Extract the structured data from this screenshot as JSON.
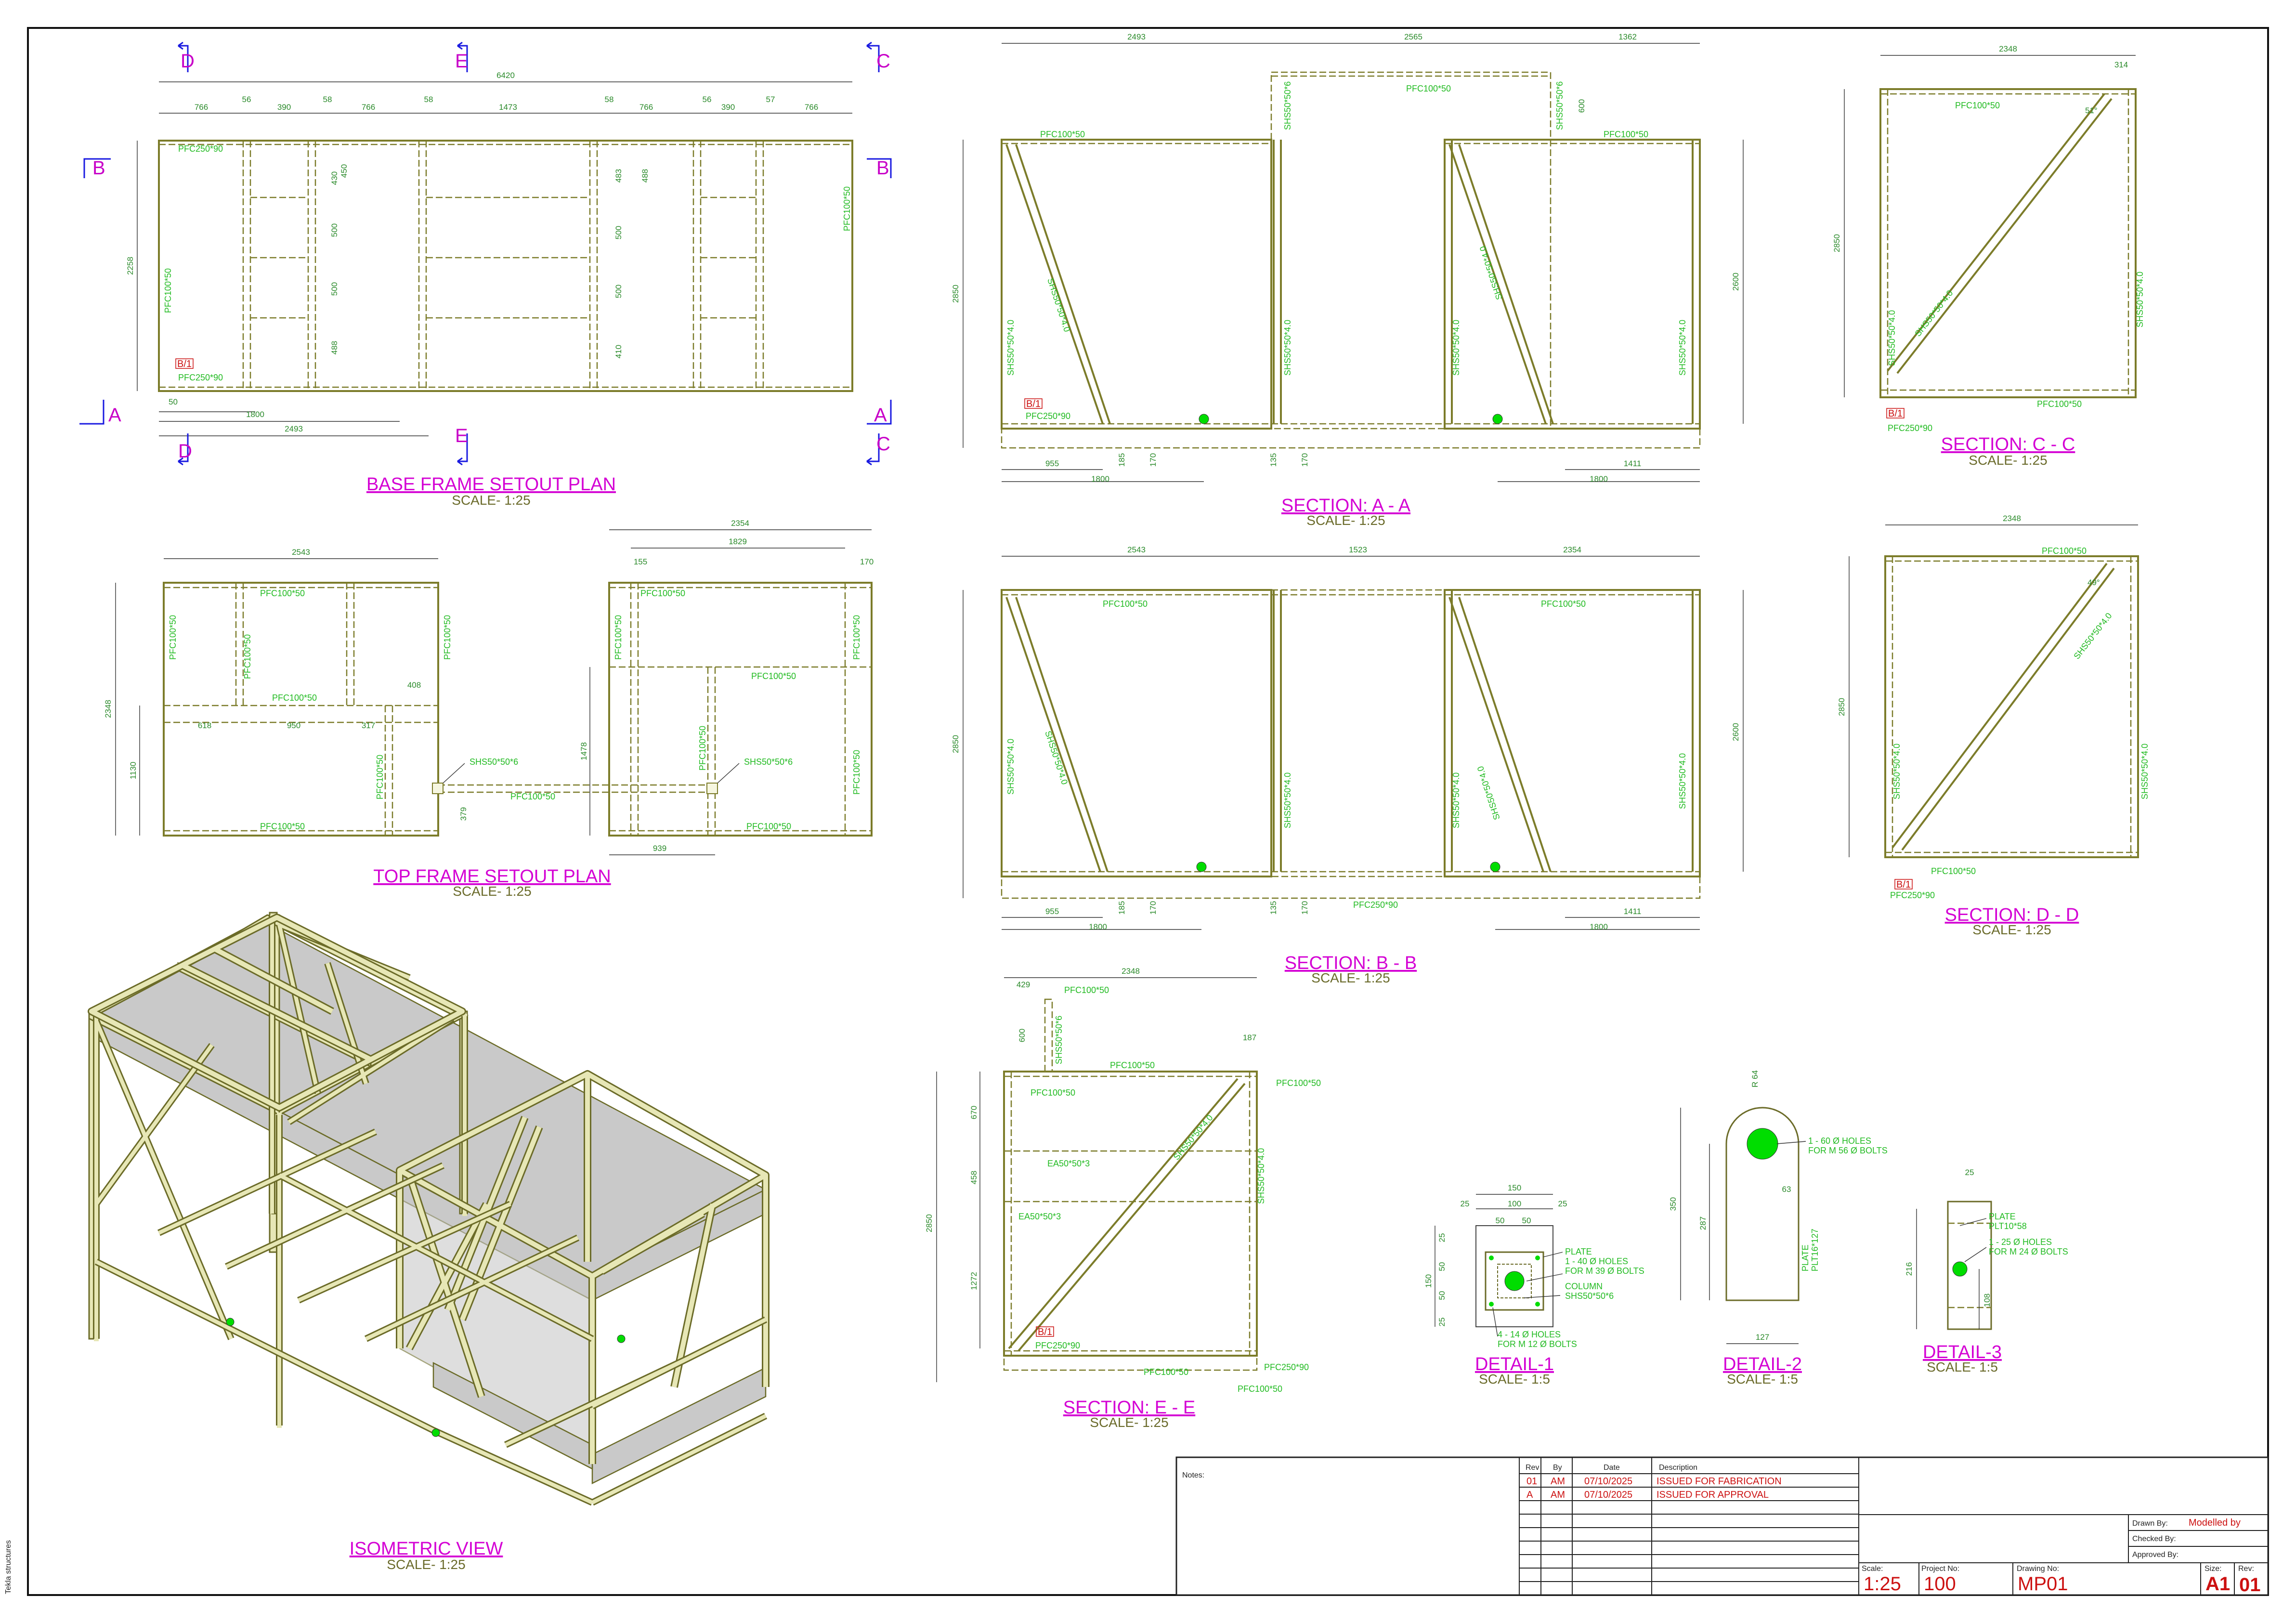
{
  "colors": {
    "title": "#d400d4",
    "scale": "#6a6a2a",
    "member": "#7c7c2a",
    "label": "#22bb22",
    "red": "#cc1111",
    "hole": "#00dd00",
    "cut_marker": "#1a1ae0"
  },
  "views": {
    "base": {
      "title": "BASE FRAME SETOUT PLAN",
      "scale": "SCALE- 1:25",
      "dims": {
        "overall": "6420",
        "d1": "766",
        "d2": "56",
        "d3": "390",
        "d4": "58",
        "d5": "766",
        "d6": "58",
        "d7": "1473",
        "d8": "58",
        "d9": "766",
        "d10": "56",
        "d11": "390",
        "d12": "57",
        "d13": "766",
        "h": "2258",
        "b1": "50",
        "b2": "1800",
        "b3": "2493",
        "s1": "430",
        "s2": "450",
        "s3": "500",
        "s4": "500",
        "s5": "488",
        "s6": "483",
        "s7": "488",
        "s8": "500",
        "s9": "500",
        "s10": "410"
      },
      "labels": {
        "top": "PFC250*90",
        "bot": "PFC250*90",
        "left": "PFC100*50",
        "right": "PFC100*50",
        "tag": "B/1"
      },
      "cuts": {
        "a": "A",
        "b": "B",
        "c": "C",
        "d": "D",
        "e": "E"
      }
    },
    "sa": {
      "title": "SECTION: A - A",
      "scale": "SCALE- 1:25",
      "dims": {
        "w1": "2493",
        "w2": "2565",
        "w3": "1362",
        "h": "2850",
        "hr": "2600",
        "up": "600",
        "b1": "955",
        "b2": "1800",
        "b3": "185",
        "b4": "170",
        "b5": "135",
        "b6": "170",
        "b7": "1411",
        "b8": "1800"
      },
      "labels": {
        "top1": "PFC100*50",
        "top2": "PFC100*50",
        "top3": "PFC100*50",
        "col1": "SHS50*50*4.0",
        "diag1": "SHS50*50*4.0",
        "col2": "SHS50*50*4.0",
        "col3": "SHS50*50*4.0",
        "diag2": "SHS50*50*4.0",
        "col4": "SHS50*50*4.0",
        "upcol1": "SHS50*50*6",
        "upcol2": "SHS50*50*6",
        "base": "PFC250*90",
        "tag": "B/1"
      }
    },
    "scc": {
      "title": "SECTION: C - C",
      "scale": "SCALE- 1:25",
      "dims": {
        "w": "2348",
        "w2": "314",
        "h": "2850",
        "ang": "51°"
      },
      "labels": {
        "top": "PFC100*50",
        "bot": "PFC100*50",
        "colL": "SHS50*50*4.0",
        "colR": "SHS50*50*4.0",
        "diag": "SHS50*50*4.0",
        "base": "PFC250*90",
        "tag": "B/1"
      }
    },
    "top": {
      "title": "TOP FRAME SETOUT PLAN",
      "scale": "SCALE- 1:25",
      "dims": {
        "w1": "2543",
        "w2": "2354",
        "w3": "1829",
        "w4": "155",
        "w5": "170",
        "h1": "2348",
        "h2": "1130",
        "h3": "1478",
        "m1": "618",
        "m2": "950",
        "m3": "317",
        "m4": "408",
        "b1": "379",
        "b2": "939"
      },
      "labels": {
        "t1": "PFC100*50",
        "t2": "PFC100*50",
        "mid1": "PFC100*50",
        "mid2": "PFC100*50",
        "bot1": "PFC100*50",
        "bot2": "PFC100*50",
        "link": "PFC100*50",
        "side1": "PFC100*50",
        "side2": "PFC100*50",
        "side3": "PFC100*50",
        "side4": "PFC100*50",
        "side5": "PFC100*50",
        "side6": "PFC100*50",
        "side7": "PFC100*50",
        "col1": "SHS50*50*6",
        "col2": "SHS50*50*6"
      }
    },
    "sb": {
      "title": "SECTION: B - B",
      "scale": "SCALE- 1:25",
      "dims": {
        "w1": "2543",
        "w2": "1523",
        "w3": "2354",
        "h": "2850",
        "hr": "2600",
        "b1": "955",
        "b2": "1800",
        "b3": "185",
        "b4": "170",
        "b5": "135",
        "b6": "170",
        "b7": "1411",
        "b8": "1800"
      },
      "labels": {
        "top1": "PFC100*50",
        "top2": "PFC100*50",
        "c1": "SHS50*50*4.0",
        "c2": "SHS50*50*4.0",
        "c3": "SHS50*50*4.0",
        "c4": "SHS50*50*4.0",
        "c5": "SHS50*50*4.0",
        "c6": "SHS50*50*4.0",
        "base": "PFC250*90"
      }
    },
    "sdd": {
      "title": "SECTION: D - D",
      "scale": "SCALE- 1:25",
      "dims": {
        "w": "2348",
        "h": "2850",
        "ang": "49°"
      },
      "labels": {
        "top": "PFC100*50",
        "bot": "PFC100*50",
        "colL": "SHS50*50*4.0",
        "colR": "SHS50*50*4.0",
        "diag": "SHS50*50*4.0",
        "base": "PFC250*90",
        "tag": "B/1"
      }
    },
    "iso": {
      "title": "ISOMETRIC VIEW",
      "scale": "SCALE- 1:25"
    },
    "see": {
      "title": "SECTION: E - E",
      "scale": "SCALE- 1:25",
      "dims": {
        "w": "2348",
        "w1": "429",
        "w2": "187",
        "up": "600",
        "h": "2850",
        "v1": "670",
        "v2": "458",
        "v3": "1272"
      },
      "labels": {
        "l1": "PFC100*50",
        "l2": "PFC100*50",
        "l3": "PFC100*50",
        "l4": "PFC100*50",
        "l5": "PFC250*90",
        "l6": "PFC250*90",
        "l7": "PFC100*50",
        "l8": "PFC100*50",
        "up": "SHS50*50*6",
        "ea1": "EA50*50*3",
        "ea2": "EA50*50*3",
        "diag": "SHS50*50*4.0",
        "col": "SHS50*50*4.0",
        "tag": "B/1"
      }
    },
    "d1": {
      "title": "DETAIL-1",
      "scale": "SCALE- 1:5",
      "dims": {
        "w": "150",
        "a": "25",
        "b": "100",
        "c": "25",
        "d": "50",
        "e": "50",
        "v1": "25",
        "v2": "50",
        "v3": "50",
        "v4": "25",
        "v": "150"
      },
      "notes": [
        "PLATE",
        "1 - 40 Ø HOLES",
        "FOR M 39 Ø BOLTS",
        "COLUMN",
        "SHS50*50*6",
        "4 - 14 Ø HOLES",
        "FOR M 12 Ø BOLTS"
      ]
    },
    "d2": {
      "title": "DETAIL-2",
      "scale": "SCALE- 1:5",
      "dims": {
        "r": "R 64",
        "h": "350",
        "h2": "287",
        "o": "63",
        "w": "127"
      },
      "notes": [
        "1 - 60 Ø HOLES",
        "FOR M 56 Ø BOLTS",
        "PLATE",
        "PLT16*127"
      ]
    },
    "d3": {
      "title": "DETAIL-3",
      "scale": "SCALE- 1:5",
      "dims": {
        "t": "25",
        "h": "216",
        "h2": "108"
      },
      "notes": [
        "PLATE",
        "PLT10*58",
        "1 - 25 Ø HOLES",
        "FOR M 24 Ø BOLTS"
      ]
    }
  },
  "title_block": {
    "notes_label": "Notes:",
    "rev_head": {
      "rev": "Rev",
      "by": "By",
      "date": "Date",
      "desc": "Description"
    },
    "revisions": [
      {
        "rev": "01",
        "by": "AM",
        "date": "07/10/2025",
        "desc": "ISSUED FOR FABRICATION"
      },
      {
        "rev": "A",
        "by": "AM",
        "date": "07/10/2025",
        "desc": "ISSUED FOR APPROVAL"
      }
    ],
    "drawn_label": "Drawn By:",
    "drawn_val": "Modelled by",
    "checked_label": "Checked By:",
    "approved_label": "Approved By:",
    "scale_label": "Scale:",
    "scale_val": "1:25",
    "proj_label": "Project No:",
    "proj_val": "100",
    "dwg_label": "Drawing No:",
    "dwg_val": "MP01",
    "size_label": "Size:",
    "size_val": "A1",
    "revno_label": "Rev:",
    "revno_val": "01"
  },
  "side_text": "Tekla structures"
}
